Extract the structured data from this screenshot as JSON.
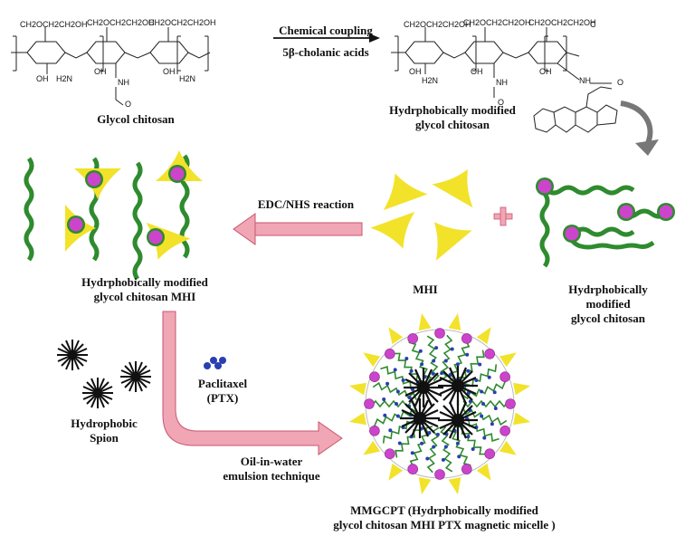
{
  "chem_labels": {
    "ch2_group": "CH2OCH2CH2OH",
    "oh": "OH",
    "nh2": "H2N",
    "nh": "NH",
    "o": "O",
    "c": "C"
  },
  "steps": {
    "coupling_line1": "Chemical coupling",
    "coupling_line2": "5β-cholanic acids",
    "edc_nhs": "EDC/NHS reaction",
    "oil_water_line1": "Oil-in-water",
    "oil_water_line2": "emulsion technique"
  },
  "labels": {
    "glycol_chitosan": "Glycol chitosan",
    "hmgc_top_line1": "Hydrphobically modified",
    "hmgc_top_line2": "glycol chitosan",
    "hmgc_mhi_line1": "Hydrphobically modified",
    "hmgc_mhi_line2": "glycol chitosan MHI",
    "mhi": "MHI",
    "hmgc_right_line1": "Hydrphobically",
    "hmgc_right_line2": "modified",
    "hmgc_right_line3": "glycol chitosan",
    "ptx_line1": "Paclitaxel",
    "ptx_line2": "(PTX)",
    "spion_line1": "Hydrophobic",
    "spion_line2": "Spion",
    "micelle_line1": "MMGCPT (Hydrphobically modified",
    "micelle_line2": "glycol chitosan MHI PTX magnetic micelle )"
  },
  "colors": {
    "chain_green": "#2e8b2e",
    "core_magenta": "#cc44cc",
    "mhi_yellow": "#f2e22a",
    "arrow_pink": "#f0a6b4",
    "arrow_pink_edge": "#c9566f",
    "ptx_blue": "#2a3fb0",
    "spion_black": "#111111"
  },
  "icons": [
    "glycol-chitosan-structure",
    "modified-chitosan-structure",
    "curved-arrow-icon",
    "plus-icon",
    "mhi-shape",
    "ptx-molecule-icon",
    "spion-icon",
    "micelle"
  ]
}
